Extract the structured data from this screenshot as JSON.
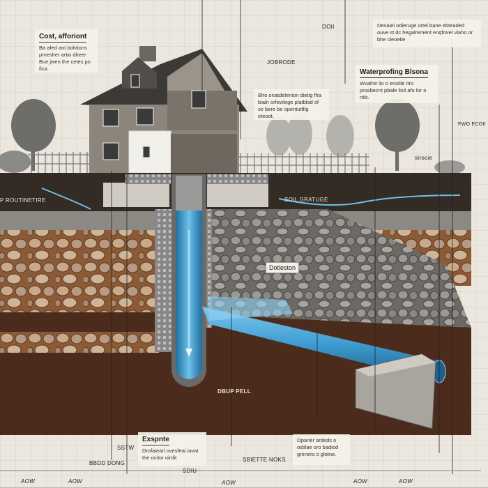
{
  "colors": {
    "paper": "#ebe7de",
    "topsoil": "#352b25",
    "brown_rock_layer": "#8c5a35",
    "gravel": "#8e8b86",
    "deep_soil": "#4b2c1c",
    "water": "#3f9bd0",
    "concrete": "#b9b6ae"
  },
  "callouts": {
    "cost": {
      "title": "Cost, afforiont",
      "body": "Ba afed ant bohtions prnesher artio dheer Bue jwen the cetes po fica."
    },
    "top_right": {
      "body": "Devaiel odieruge ortei bane ebteaded ouve st dc hegalrement enqfovel vlaho or bhe cleoetle"
    },
    "middle": {
      "body": "Blro onatdelenion dietig fha bialn orfowlege platblad of se bere be opentuttfig eteoot."
    },
    "waterproofing": {
      "title": "Waterprofing Blsona",
      "body": "Wvalrie lio o enstile tiro prosbecnt pbale lisit afo lor o ntls."
    },
    "expense": {
      "title": "Exspnte",
      "body": "Drofaiearl ovesfeai iavat the ocitor oirdit"
    },
    "lower_right": {
      "body": "Oparier ardeds o ostilae oro badiod greners o glotne."
    }
  },
  "labels": {
    "soil_gratuge": "SOIL GRATUGE",
    "routine": "P ROUTINETIRE",
    "deflection": "Dotleston",
    "dry_well": "DBUP PELL",
    "stw": "SSTW",
    "sdiu": "SDIU",
    "bbd_dong": "BBDD DONG",
    "sbiette_noks": "SBIETTE NOKS",
    "jobrode": "JOBRODE",
    "doii": "DOII",
    "sirocie": "sirocie",
    "fwo_econ": "FWO ECOII",
    "dim": "AOW"
  }
}
